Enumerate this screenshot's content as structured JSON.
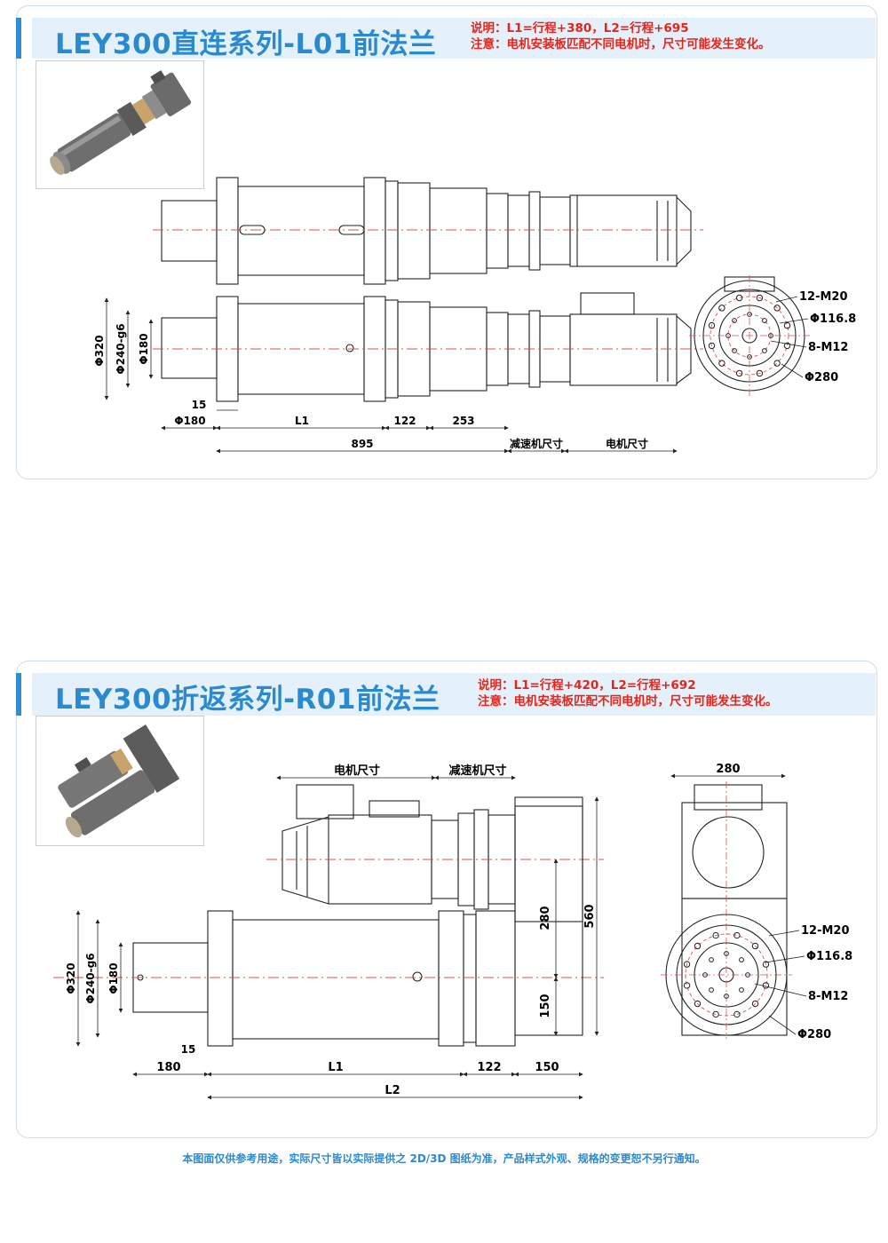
{
  "section1": {
    "title": "LEY300直连系列-L01前法兰",
    "note1": "说明：L1=行程+380，L2=行程+695",
    "note2": "注意：电机安装板匹配不同电机时，尺寸可能发生变化。",
    "dims": {
      "d320": "Φ320",
      "d240": "Φ240-g6",
      "d180v": "Φ180",
      "d15": "15",
      "d180h": "Φ180",
      "L1": "L1",
      "d122": "122",
      "d253": "253",
      "d895": "895",
      "reducer": "减速机尺寸",
      "motor": "电机尺寸"
    },
    "flange": {
      "m20": "12-M20",
      "d116": "Φ116.8",
      "m12": "8-M12",
      "d280": "Φ280"
    }
  },
  "section2": {
    "title": "LEY300折返系列-R01前法兰",
    "note1": "说明：L1=行程+420，L2=行程+692",
    "note2": "注意：电机安装板匹配不同电机时，尺寸可能发生变化。",
    "dims": {
      "motor": "电机尺寸",
      "reducer": "减速机尺寸",
      "d320": "Φ320",
      "d240": "Φ240-g6",
      "d180v": "Φ180",
      "d15": "15",
      "d180h": "180",
      "L1": "L1",
      "d122": "122",
      "d150h": "150",
      "L2": "L2",
      "d280v": "280",
      "d150v": "150",
      "d560": "560"
    },
    "side": {
      "d280": "280",
      "m20": "12-M20",
      "d116": "Φ116.8",
      "m12": "8-M12",
      "d280b": "Φ280"
    }
  },
  "footer": "本图面仅供参考用途，实际尺寸皆以实际提供之 2D/3D 图纸为准，产品样式外观、规格的变更恕不另行通知。",
  "colors": {
    "accent": "#2a8ad0",
    "note": "#e8241a",
    "line": "#222222",
    "center": "#d9534f"
  }
}
